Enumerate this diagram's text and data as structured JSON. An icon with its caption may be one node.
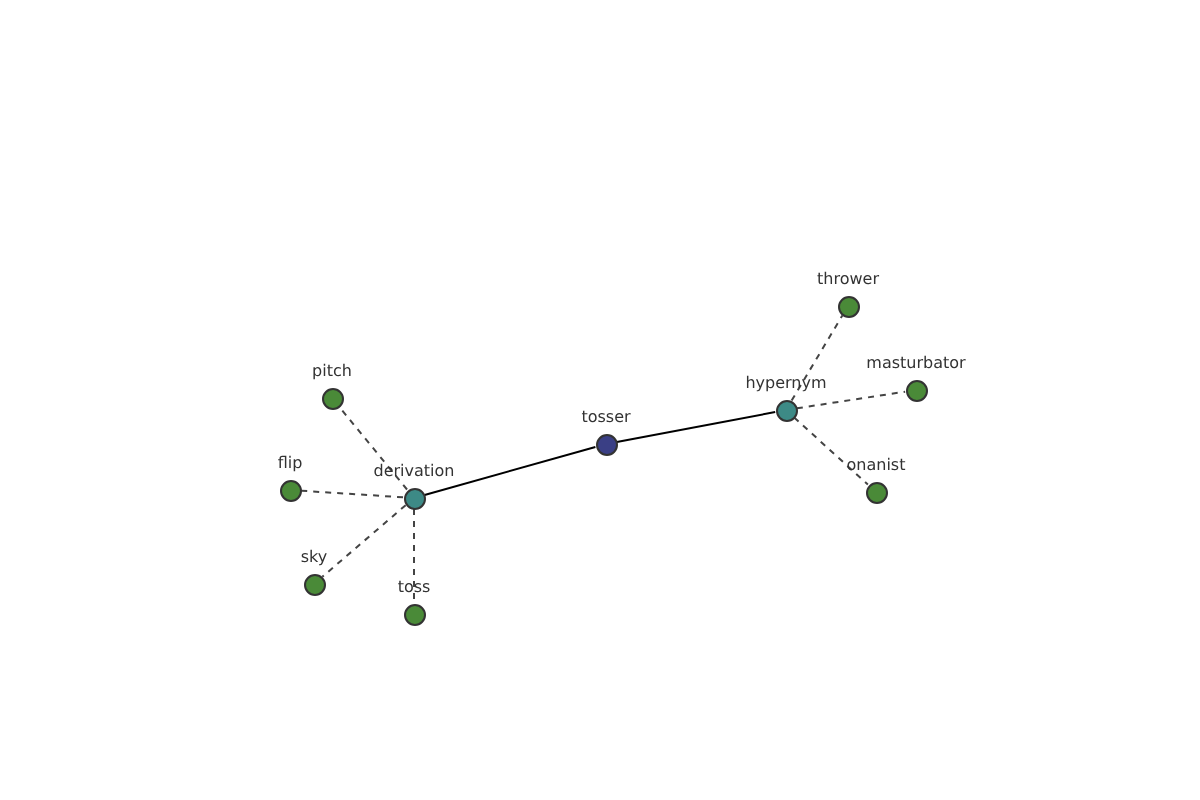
{
  "diagram": {
    "nodes": [
      {
        "text": [
          "tosser"
        ]
      },
      {
        "text": [
          "derivation"
        ]
      },
      {
        "text": [
          "hypernym"
        ]
      },
      {
        "text": [
          "pitch"
        ]
      },
      {
        "text": [
          "flip"
        ]
      },
      {
        "text": [
          "sky"
        ]
      },
      {
        "text": [
          "toss"
        ]
      },
      {
        "text": [
          "thrower"
        ]
      },
      {
        "text": [
          "masturbator"
        ]
      },
      {
        "text": [
          "onanist"
        ]
      }
    ],
    "edges": [
      {
        "from": 0,
        "to": 1,
        "arrow": "none"
      },
      {
        "from": 0,
        "to": 2,
        "arrow": "none"
      },
      {
        "from": 1,
        "to": 3,
        "arrow": "none",
        "style": "dashed"
      },
      {
        "from": 1,
        "to": 4,
        "arrow": "none",
        "style": "dashed"
      },
      {
        "from": 1,
        "to": 5,
        "arrow": "none",
        "style": "dashed"
      },
      {
        "from": 1,
        "to": 6,
        "arrow": "none",
        "style": "dashed"
      },
      {
        "from": 2,
        "to": 7,
        "arrow": "none",
        "style": "dashed"
      },
      {
        "from": 2,
        "to": 8,
        "arrow": "none",
        "style": "dashed"
      },
      {
        "from": 2,
        "to": 9,
        "arrow": "none",
        "style": "dashed"
      }
    ]
  }
}
